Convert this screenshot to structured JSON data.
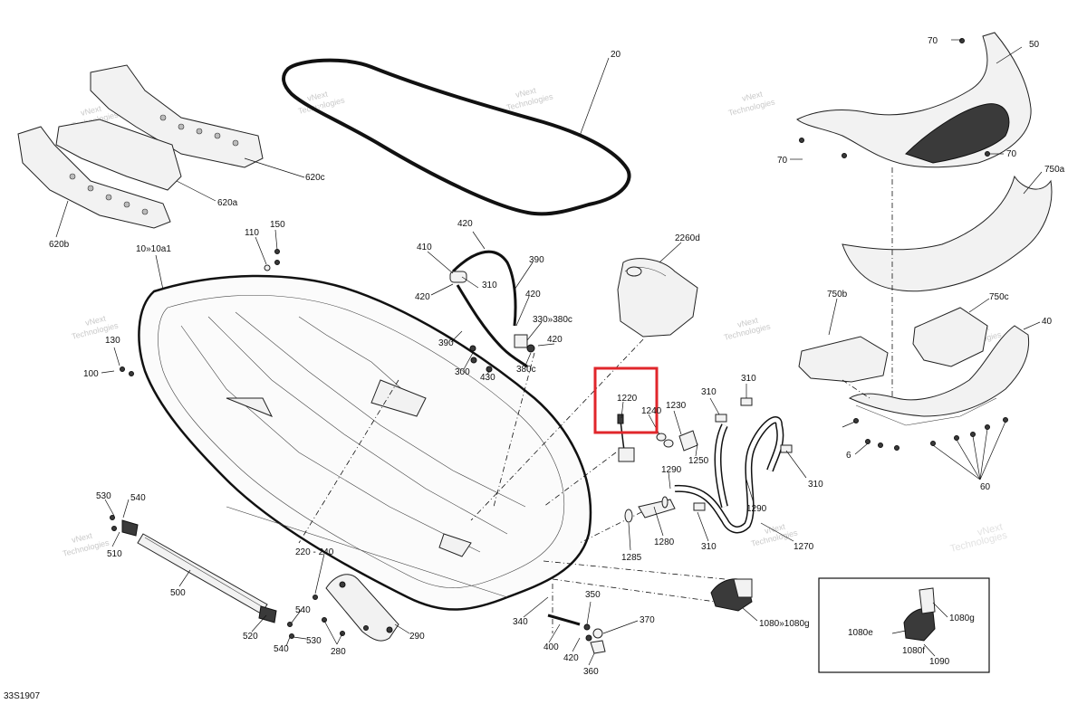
{
  "diagram": {
    "code": "33S1907",
    "highlight_color": "#e0262b",
    "watermark": [
      "vNext",
      "Technologies"
    ],
    "callouts": [
      "20",
      "50",
      "70",
      "70",
      "70",
      "750a",
      "750b",
      "750c",
      "40",
      "6",
      "60",
      "620c",
      "620a",
      "620b",
      "10»10a1",
      "110",
      "150",
      "130",
      "100",
      "420",
      "410",
      "420",
      "390",
      "310",
      "420",
      "330»380c",
      "390",
      "300",
      "430",
      "380c",
      "420",
      "2260d",
      "1220",
      "1240",
      "1230",
      "1250",
      "310",
      "310",
      "1290",
      "1290",
      "310",
      "1285",
      "1280",
      "310",
      "1270",
      "530",
      "540",
      "510",
      "500",
      "520",
      "540",
      "530",
      "220 - 240",
      "280",
      "290",
      "540",
      "340",
      "350",
      "370",
      "400",
      "420",
      "360",
      "1080»1080g",
      "1080g",
      "1080e",
      "1080f",
      "1090"
    ]
  }
}
